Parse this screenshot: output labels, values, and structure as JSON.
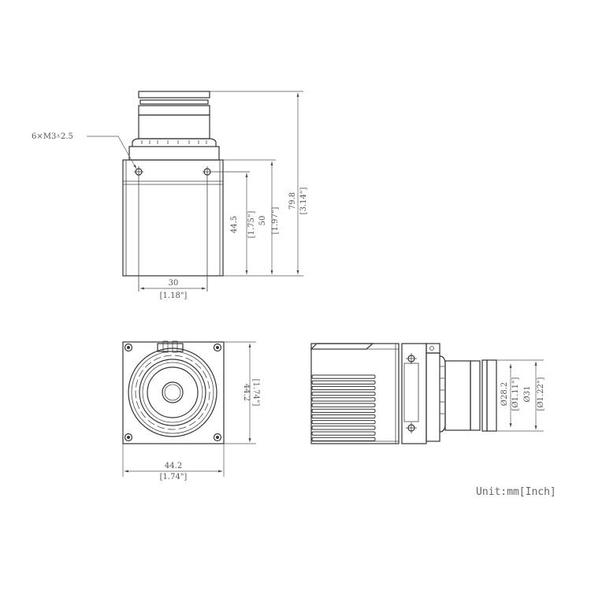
{
  "drawing": {
    "unit_label": "Unit:mm[Inch]",
    "top_view": {
      "thread_callout": "6×M3⩡2.5",
      "dims": {
        "hole_spacing_mm": "30",
        "hole_spacing_in": "[1.18\"]",
        "hole_height_mm": "44.5",
        "hole_height_in": "[1.75\"]",
        "body_height_mm": "50",
        "body_height_in": "[1.97\"]",
        "total_height_mm": "79.8",
        "total_height_in": "[3.14\"]"
      }
    },
    "front_view": {
      "dims": {
        "width_mm": "44.2",
        "width_in": "[1.74\"]",
        "height_mm": "44.2",
        "height_in": "[1.74\"]"
      }
    },
    "side_view": {
      "dims": {
        "inner_dia_mm": "Ø28.2",
        "inner_dia_in": "[Ø1.11\"]",
        "outer_dia_mm": "Ø31",
        "outer_dia_in": "[Ø1.22\"]"
      }
    }
  }
}
